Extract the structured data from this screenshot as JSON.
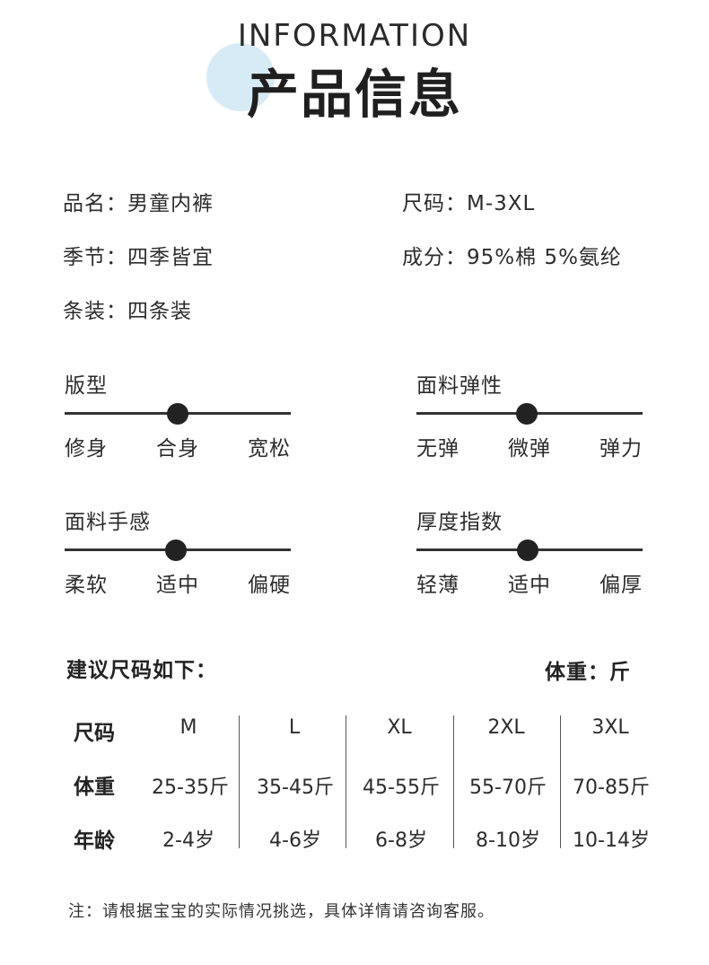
{
  "header": {
    "title_en": "INFORMATION",
    "title_zh": "产品信息"
  },
  "info": {
    "name": "品名：男童内裤",
    "size": "尺码：M-3XL",
    "season": "季节：四季皆宜",
    "material": "成分：95%棉 5%氨纶",
    "pack": "条装：四条装"
  },
  "sliders": [
    {
      "title": "版型",
      "labels": [
        "修身",
        "合身",
        "宽松"
      ],
      "selected": "合身"
    },
    {
      "title": "面料弹性",
      "labels": [
        "无弹",
        "微弹",
        "弹力"
      ],
      "selected": "微弹"
    },
    {
      "title": "面料手感",
      "labels": [
        "柔软",
        "适中",
        "偏硬"
      ],
      "selected": "适中"
    },
    {
      "title": "厚度指数",
      "labels": [
        "轻薄",
        "适中",
        "偏厚"
      ],
      "selected": "适中"
    }
  ],
  "size_table": {
    "title": "建议尺码如下：",
    "unit_note": "体重：斤",
    "row_headers": [
      "尺码",
      "体重",
      "年龄"
    ],
    "sizes": [
      "M",
      "L",
      "XL",
      "2XL",
      "3XL"
    ],
    "weights": [
      "25-35斤",
      "35-45斤",
      "45-55斤",
      "55-70斤",
      "70-85斤"
    ],
    "ages": [
      "2-4岁",
      "4-6岁",
      "6-8岁",
      "8-10岁",
      "10-14岁"
    ]
  },
  "note": "注：请根据宝宝的实际情况挑选，具体详情请咨询客服。"
}
